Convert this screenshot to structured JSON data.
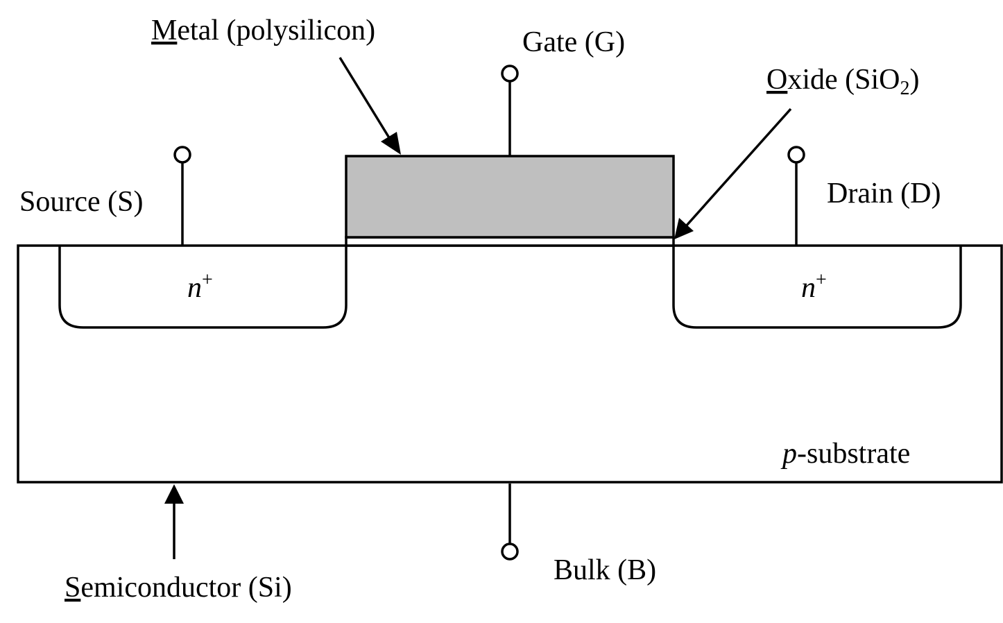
{
  "labels": {
    "metal": {
      "key": "M",
      "rest": "etal (polysilicon)"
    },
    "gate": "Gate (G)",
    "oxide": {
      "key": "O",
      "rest": "xide (SiO",
      "subscript": "2",
      "close": ")"
    },
    "source": "Source (S)",
    "drain": "Drain (D)",
    "source_region": {
      "base": "n",
      "sup": "+"
    },
    "drain_region": {
      "base": "n",
      "sup": "+"
    },
    "substrate": {
      "italic": "p",
      "rest": "-substrate"
    },
    "semiconductor": {
      "key": "S",
      "rest": "emiconductor (Si)"
    },
    "bulk": "Bulk (B)"
  },
  "colors": {
    "gate_fill": "#bfbfbf",
    "line": "#000000",
    "background": "#ffffff"
  }
}
